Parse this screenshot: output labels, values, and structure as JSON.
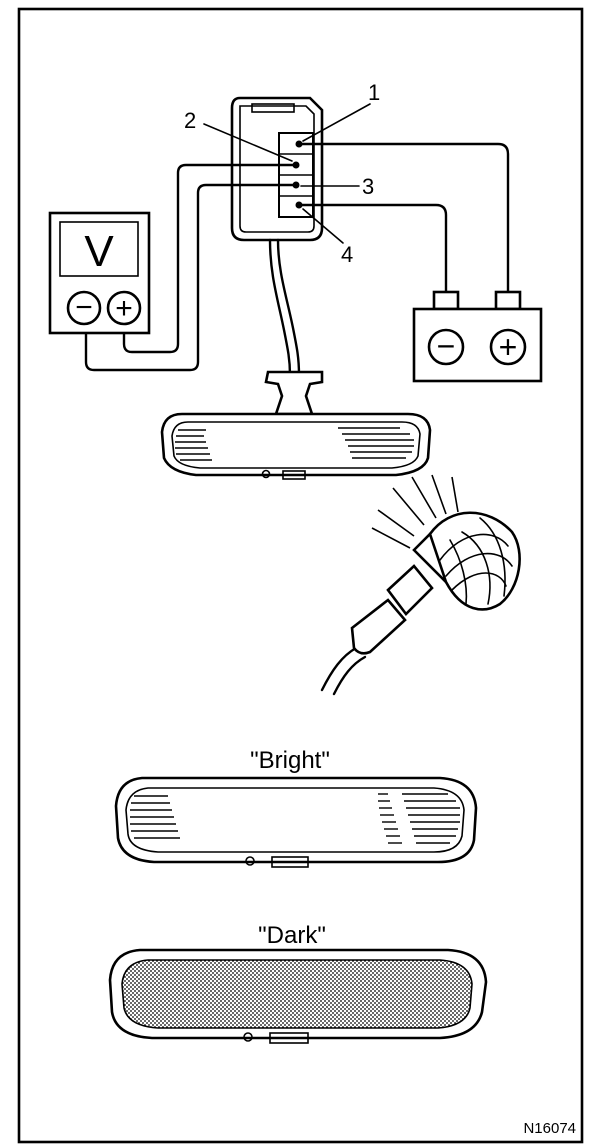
{
  "figure": {
    "voltmeter": {
      "symbol": "V",
      "minus": "−",
      "plus": "+"
    },
    "battery": {
      "minus": "−",
      "plus": "+"
    },
    "terminals": [
      "1",
      "2",
      "3",
      "4"
    ],
    "captions": {
      "bright": "\"Bright\"",
      "dark": "\"Dark\""
    },
    "figure_code": "N16074"
  }
}
